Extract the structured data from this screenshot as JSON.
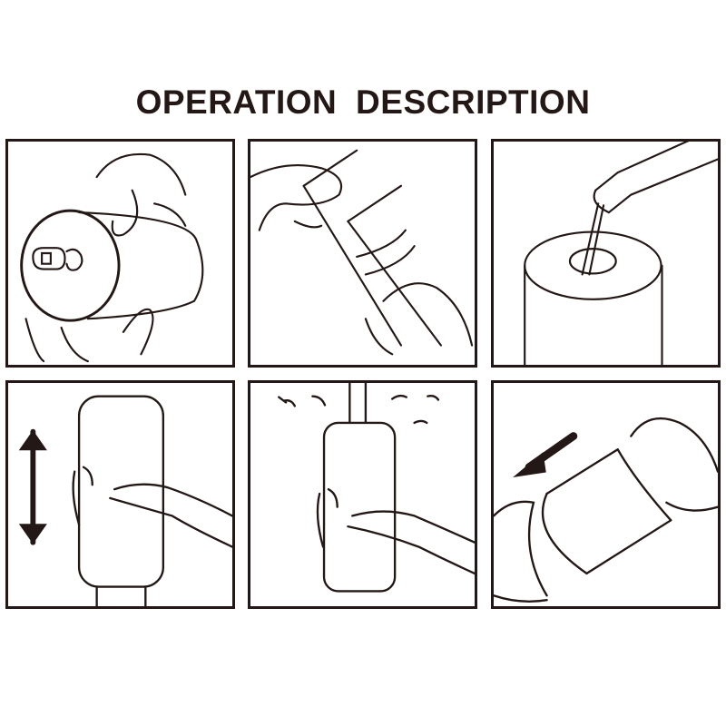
{
  "title": "OPERATION  DESCRIPTION",
  "colors": {
    "line": "#231815",
    "background": "#ffffff"
  },
  "panels": [
    {
      "step": 1,
      "row": 1,
      "col": 1,
      "depicts": "hand opening cap of cylindrical device"
    },
    {
      "step": 2,
      "row": 1,
      "col": 2,
      "depicts": "hands holding and twisting device sleeve"
    },
    {
      "step": 3,
      "row": 1,
      "col": 3,
      "depicts": "pouring lubricant from bottle into device opening"
    },
    {
      "step": 4,
      "row": 2,
      "col": 1,
      "depicts": "hand gripping device with up/down double arrow"
    },
    {
      "step": 5,
      "row": 2,
      "col": 2,
      "depicts": "hand gripping device with water splashes (rinse)"
    },
    {
      "step": 6,
      "row": 2,
      "col": 3,
      "depicts": "pulling sleeve off with left arrow"
    }
  ]
}
